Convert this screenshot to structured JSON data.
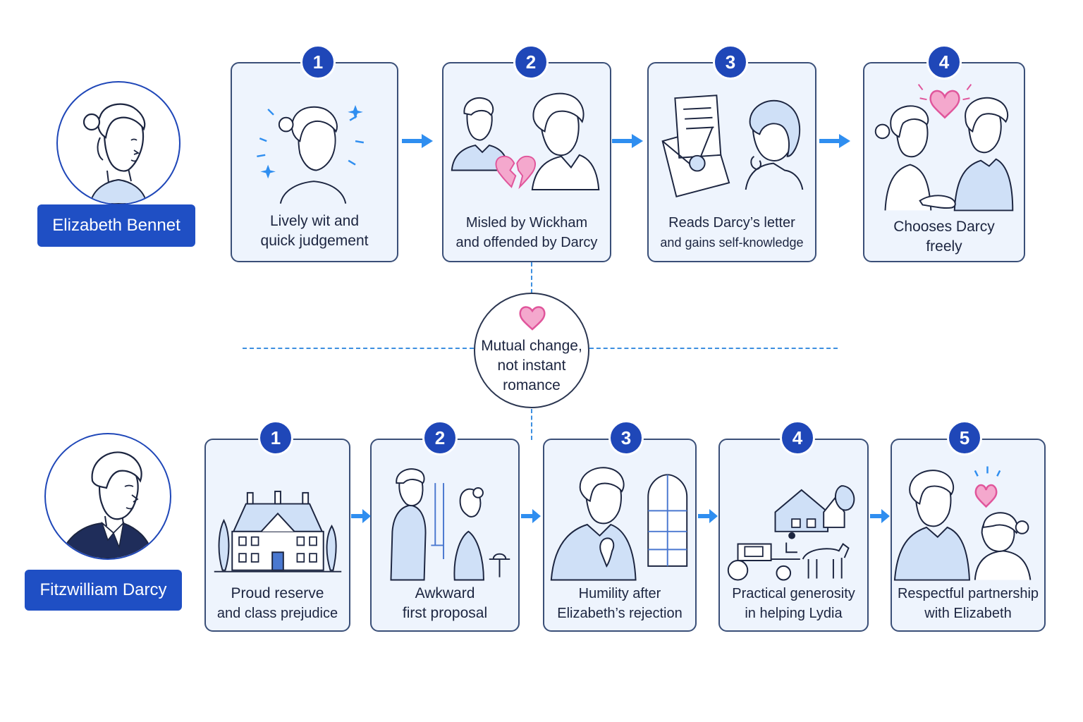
{
  "colors": {
    "accent": "#1f47b8",
    "card_bg": "#eef4fd",
    "arrow": "#2f8ef0",
    "heart": "#e0559b",
    "dashed": "#3d8fe0"
  },
  "elizabeth": {
    "name": "Elizabeth Bennet",
    "steps": [
      {
        "num": "1",
        "lines": [
          "Lively wit and",
          "quick judgement"
        ],
        "icon": "elizabeth-sparkle-icon"
      },
      {
        "num": "2",
        "lines": [
          "Misled by Wickham",
          "and offended by Darcy"
        ],
        "icon": "broken-heart-icon"
      },
      {
        "num": "3",
        "lines": [
          "Reads Darcy’s letter",
          "and gains self-knowledge"
        ],
        "icon": "letter-envelope-icon"
      },
      {
        "num": "4",
        "lines": [
          "Chooses Darcy",
          "freely"
        ],
        "icon": "couple-heart-icon"
      }
    ]
  },
  "darcy": {
    "name": "Fitzwilliam Darcy",
    "steps": [
      {
        "num": "1",
        "lines": [
          "Proud reserve",
          "and class prejudice"
        ],
        "icon": "manor-house-icon"
      },
      {
        "num": "2",
        "lines": [
          "Awkward",
          "first proposal"
        ],
        "icon": "proposal-scene-icon"
      },
      {
        "num": "3",
        "lines": [
          "Humility after",
          "Elizabeth’s rejection"
        ],
        "icon": "humble-darcy-icon"
      },
      {
        "num": "4",
        "lines": [
          "Practical generosity",
          "in helping Lydia"
        ],
        "icon": "carriage-icon"
      },
      {
        "num": "5",
        "lines": [
          "Respectful partnership",
          "with Elizabeth"
        ],
        "icon": "partnership-heart-icon"
      }
    ]
  },
  "center": {
    "lines": [
      "Mutual change,",
      "not instant",
      "romance"
    ],
    "icon": "heart-icon"
  }
}
